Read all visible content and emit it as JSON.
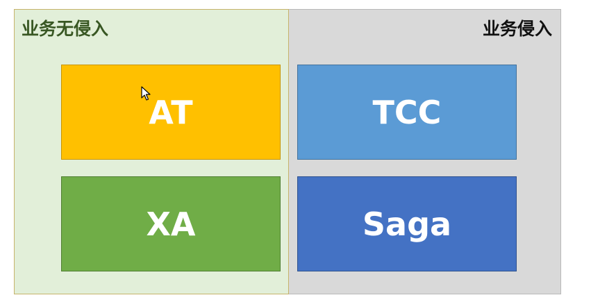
{
  "regions": {
    "left": {
      "title": "业务无侵入",
      "fill": "#e2efd9",
      "title_color": "#385723"
    },
    "right": {
      "title": "业务侵入",
      "fill": "#d9d9d9",
      "title_color": "#111111"
    }
  },
  "boxes": {
    "at": {
      "label": "AT",
      "fill": "#ffc000",
      "border": "#c79400"
    },
    "tcc": {
      "label": "TCC",
      "fill": "#5b9bd5",
      "border": "#41719c"
    },
    "xa": {
      "label": "XA",
      "fill": "#70ad47",
      "border": "#507e32"
    },
    "saga": {
      "label": "Saga",
      "fill": "#4472c4",
      "border": "#2f528f"
    }
  },
  "icons": {
    "pointer": "mouse-pointer-icon"
  }
}
